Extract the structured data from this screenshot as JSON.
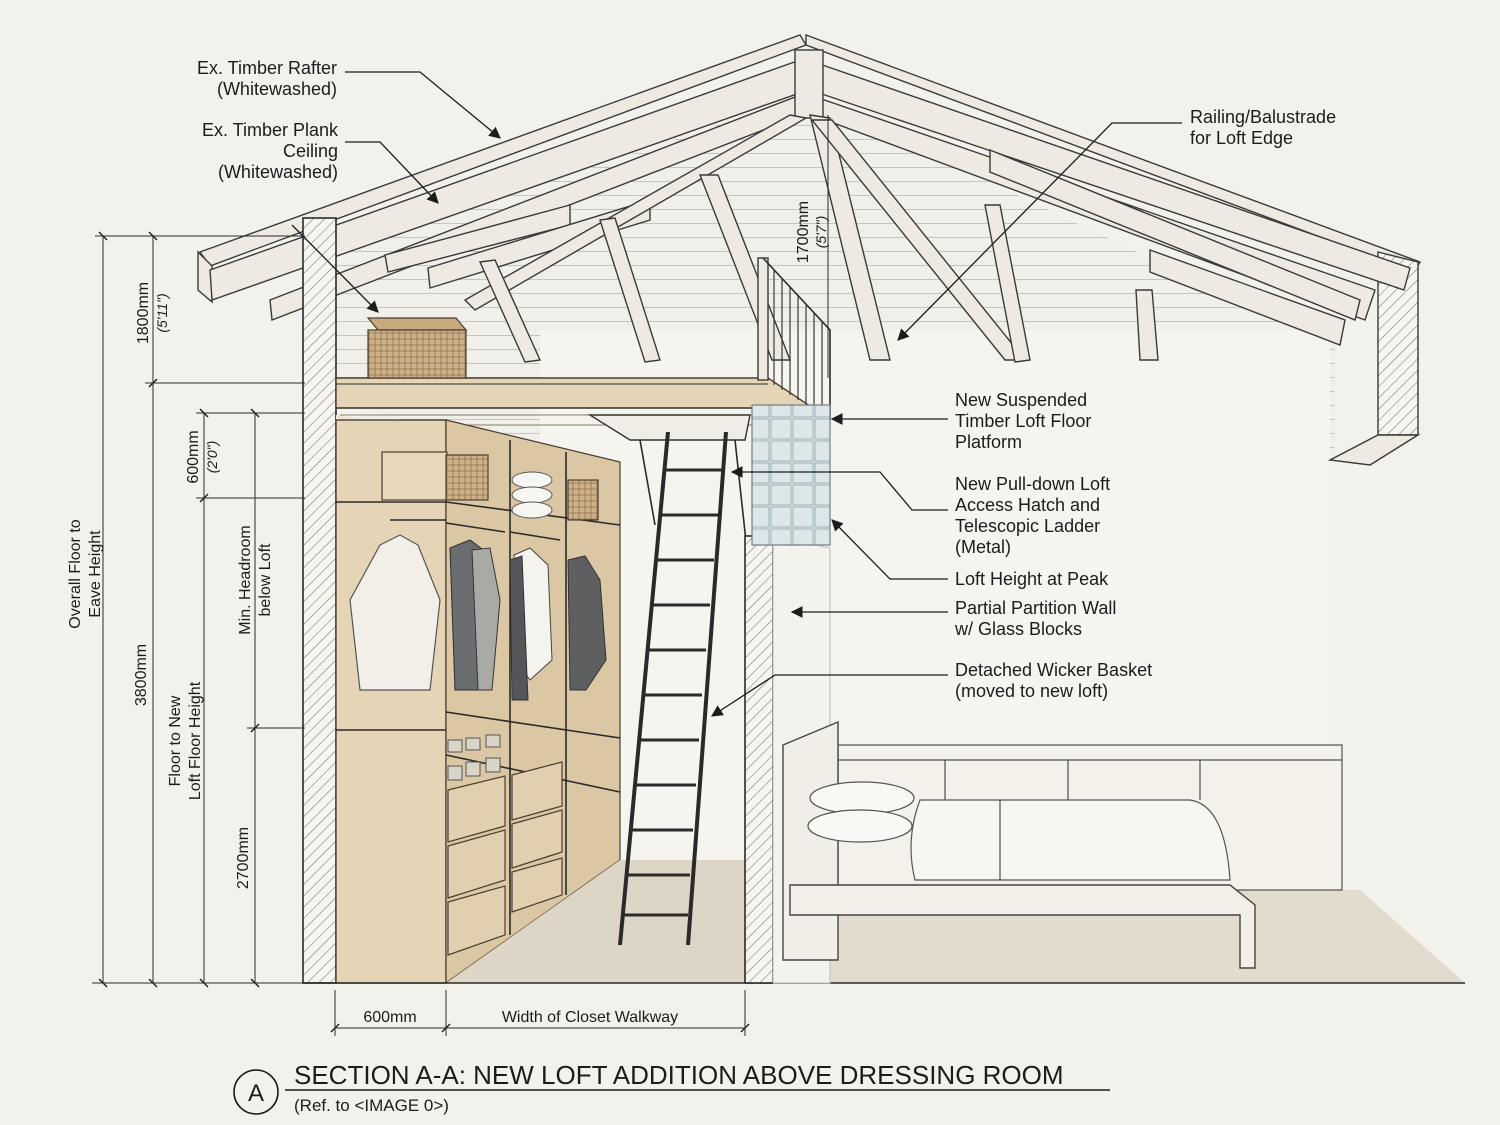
{
  "callouts": {
    "rafter": [
      "Ex. Timber Rafter",
      "(Whitewashed)"
    ],
    "plank_ceiling": [
      "Ex. Timber Plank",
      "Ceiling",
      "(Whitewashed)"
    ],
    "railing": [
      "Railing/Balustrade",
      "for Loft Edge"
    ],
    "loft_floor": [
      "New Suspended",
      "Timber Loft Floor",
      "Platform"
    ],
    "hatch": [
      "New Pull-down Loft",
      "Access Hatch and",
      "Telescopic Ladder",
      "(Metal)"
    ],
    "loft_height": [
      "Loft Height at Peak"
    ],
    "partition": [
      "Partial Partition Wall",
      "w/ Glass Blocks"
    ],
    "basket": [
      "Detached Wicker Basket",
      "(moved to new loft)"
    ]
  },
  "dimensions": {
    "loft_peak": {
      "mm": "1700mm",
      "imperial": "(5'7\")"
    },
    "loft_eave": {
      "mm": "1800mm",
      "imperial": "(5'11\")"
    },
    "rail_gap": {
      "mm": "600mm",
      "imperial": "(2'0\")"
    },
    "floor_to_loft": {
      "mm": "3800mm",
      "label": [
        "Floor to New",
        "Loft Floor Height"
      ]
    },
    "headroom": {
      "mm": "2700mm",
      "label": [
        "Min. Headroom",
        "below Loft"
      ]
    },
    "overall": {
      "label": [
        "Overall Floor to",
        "Eave Height"
      ]
    },
    "closet_depth": "600mm",
    "walkway": "Width of Closet Walkway"
  },
  "title": {
    "marker": "A",
    "main": "SECTION A-A: NEW LOFT ADDITION ABOVE DRESSING ROOM",
    "sub": "(Ref. to <IMAGE 0>)"
  }
}
